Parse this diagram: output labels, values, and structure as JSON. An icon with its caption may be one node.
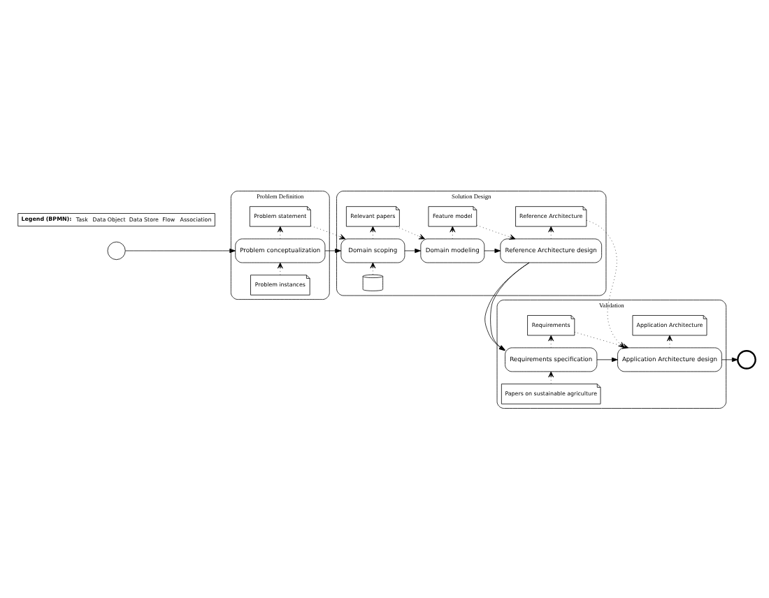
{
  "diagram": {
    "nodes": [
      {
        "text": [],
        "shape": "circle"
      },
      {
        "text": [
          "Problem Definition"
        ]
      },
      {
        "text": [
          "Problem instances"
        ],
        "in": 1
      },
      {
        "text": [
          "Problem conceptualization"
        ],
        "in": 1
      },
      {
        "text": [
          "Problem statement"
        ],
        "in": 1
      },
      {
        "text": [
          "Solution Design"
        ]
      },
      {
        "text": [],
        "shape": "cylinder",
        "in": 5
      },
      {
        "text": [
          "Domain scoping"
        ],
        "in": 5
      },
      {
        "text": [
          "Domain modeling"
        ],
        "in": 5
      },
      {
        "text": [
          "Reference Architecture design"
        ],
        "in": 5
      },
      {
        "text": [
          "Relevant papers"
        ],
        "in": 5
      },
      {
        "text": [
          "Feature model"
        ],
        "in": 5
      },
      {
        "text": [
          "Reference Architecture"
        ],
        "in": 5
      },
      {
        "text": [
          "Validation"
        ]
      },
      {
        "text": [
          "Papers on sustainable agriculture"
        ],
        "in": 13
      },
      {
        "text": [
          "Requirements specification"
        ],
        "in": 13
      },
      {
        "text": [
          "Application Architecture design"
        ],
        "in": 13
      },
      {
        "text": [
          "Requirements"
        ],
        "in": 13
      },
      {
        "text": [
          "Application Architecture"
        ],
        "in": 13
      },
      {
        "text": [],
        "shape": "circle"
      }
    ],
    "edges": [
      {
        "from": 0,
        "to": 3,
        "arrow": "to"
      },
      {
        "from": 2,
        "to": 3,
        "arrow": "to",
        "style": "dashed"
      },
      {
        "from": 3,
        "to": 4,
        "arrow": "to",
        "style": "dashed"
      },
      {
        "from": 3,
        "to": 7,
        "arrow": "to"
      },
      {
        "from": 6,
        "to": 7,
        "arrow": "to",
        "style": "dashed"
      },
      {
        "from": 4,
        "to": 7,
        "arrow": "to",
        "style": "dashed"
      },
      {
        "from": 7,
        "to": 10,
        "arrow": "to",
        "style": "dashed"
      },
      {
        "from": 7,
        "to": 8,
        "arrow": "to"
      },
      {
        "from": 10,
        "to": 8,
        "arrow": "to",
        "style": "dashed"
      },
      {
        "from": 8,
        "to": 11,
        "arrow": "to",
        "style": "dashed"
      },
      {
        "from": 8,
        "to": 9,
        "arrow": "to"
      },
      {
        "from": 11,
        "to": 9,
        "arrow": "to",
        "style": "dashed"
      },
      {
        "from": 9,
        "to": 12,
        "arrow": "to",
        "style": "dashed"
      },
      {
        "from": 9,
        "to": 15,
        "arrow": "to"
      },
      {
        "from": 12,
        "to": 16,
        "arrow": "to",
        "style": "dashed"
      },
      {
        "from": 14,
        "to": 15,
        "arrow": "to",
        "style": "dashed"
      },
      {
        "from": 15,
        "to": 17,
        "arrow": "to",
        "style": "dashed"
      },
      {
        "from": 15,
        "to": 16,
        "arrow": "to"
      },
      {
        "from": 17,
        "to": 16,
        "arrow": "to",
        "style": "dashed"
      },
      {
        "from": 16,
        "to": 18,
        "arrow": "to",
        "style": "dashed"
      },
      {
        "from": 16,
        "to": 19,
        "arrow": "to"
      }
    ],
    "labels": [
      "Legend (BPMN):"
    ],
    "legend": [
      {
        "text": "Task"
      },
      {
        "text": "Data Object"
      },
      {
        "text": "Data Store"
      },
      {
        "text": "Flow"
      },
      {
        "text": "Association"
      }
    ]
  }
}
